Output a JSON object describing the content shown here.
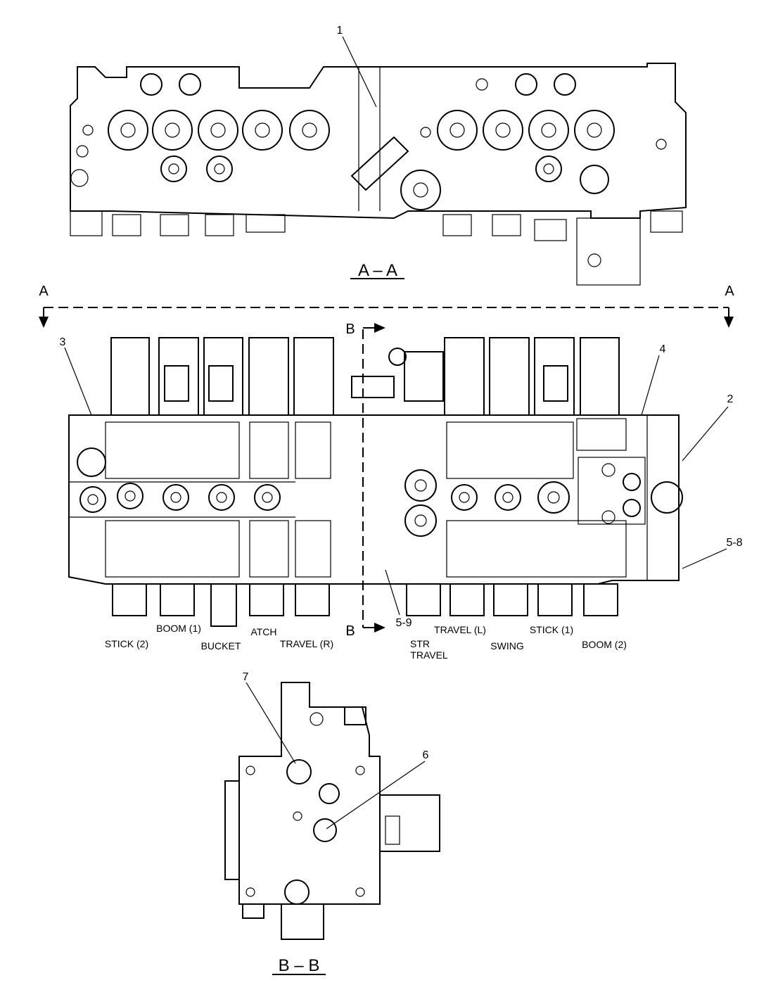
{
  "views": {
    "top_title": "A – A",
    "bottom_title": "B – B"
  },
  "section_marks": {
    "a_left": "A",
    "a_right": "A",
    "b_top": "B",
    "b_bottom": "B"
  },
  "callouts": {
    "c1": "1",
    "c2": "2",
    "c3": "3",
    "c4": "4",
    "c5_8": "5-8",
    "c5_9": "5-9",
    "c6": "6",
    "c7": "7"
  },
  "spool_labels": {
    "stick2": "STICK (2)",
    "boom1": "BOOM (1)",
    "bucket": "BUCKET",
    "atch": "ATCH",
    "travel_r": "TRAVEL (R)",
    "str": "STR",
    "travel": "TRAVEL",
    "travel_l": "TRAVEL (L)",
    "swing": "SWING",
    "stick1": "STICK (1)",
    "boom2": "BOOM (2)"
  }
}
